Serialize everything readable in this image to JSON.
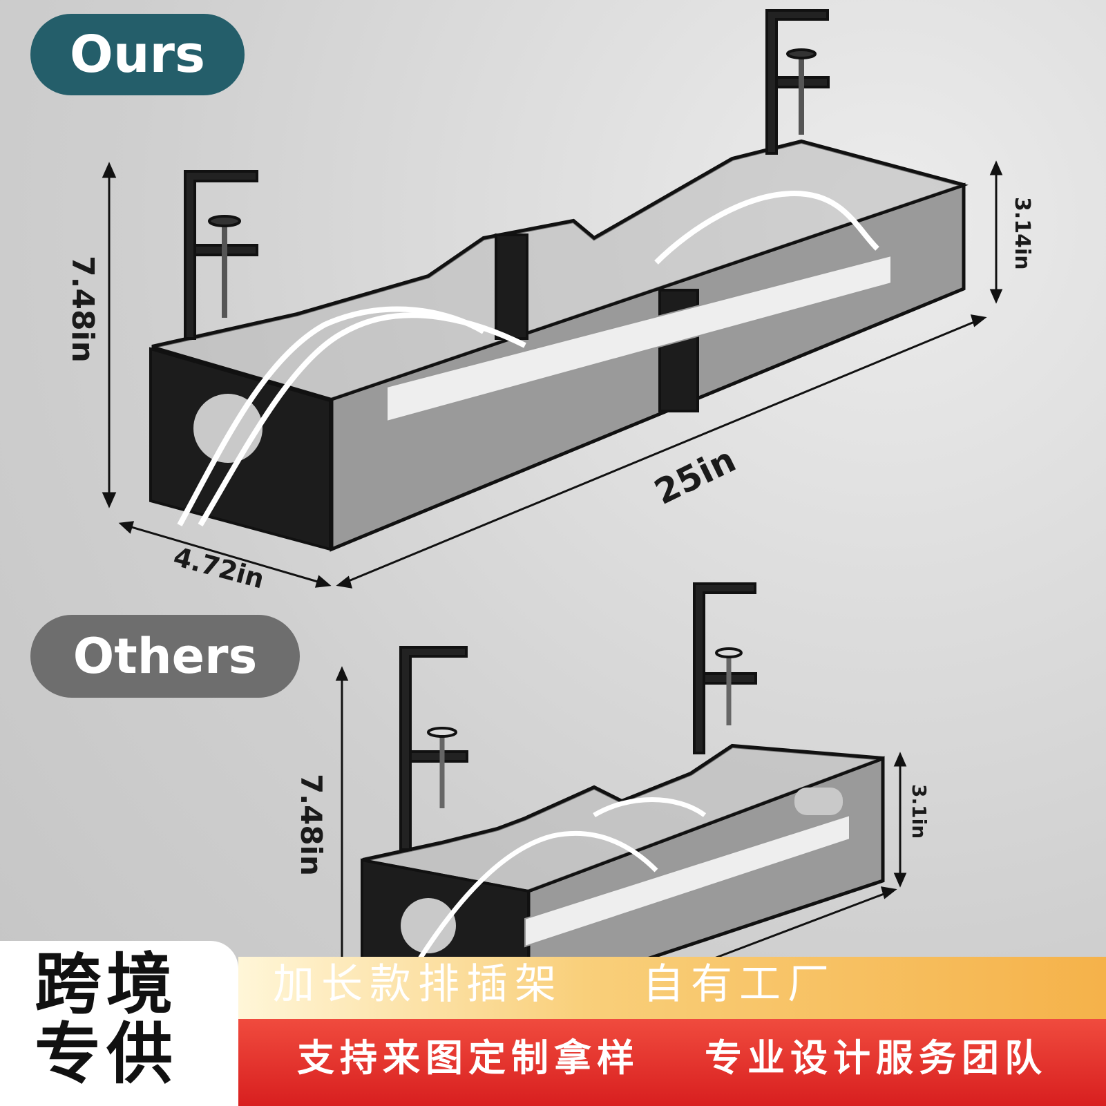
{
  "labels": {
    "ours": "Ours",
    "others": "Others"
  },
  "dimensions_ours": {
    "height": "7.48in",
    "width": "4.72in",
    "length": "25in",
    "depth": "3.14in"
  },
  "dimensions_others": {
    "height": "7.48in",
    "depth": "3.1in"
  },
  "banner": {
    "left_line1": "跨境",
    "left_line2": "专供",
    "top_left": "加长款排插架",
    "top_right": "自有工厂",
    "bottom_left": "支持来图定制拿样",
    "bottom_right": "专业设计服务团队"
  },
  "colors": {
    "ours_badge": "#245e6a",
    "others_badge": "#6e6e6e",
    "banner_red": "#e0302a",
    "banner_gold": "#f5b24a"
  }
}
